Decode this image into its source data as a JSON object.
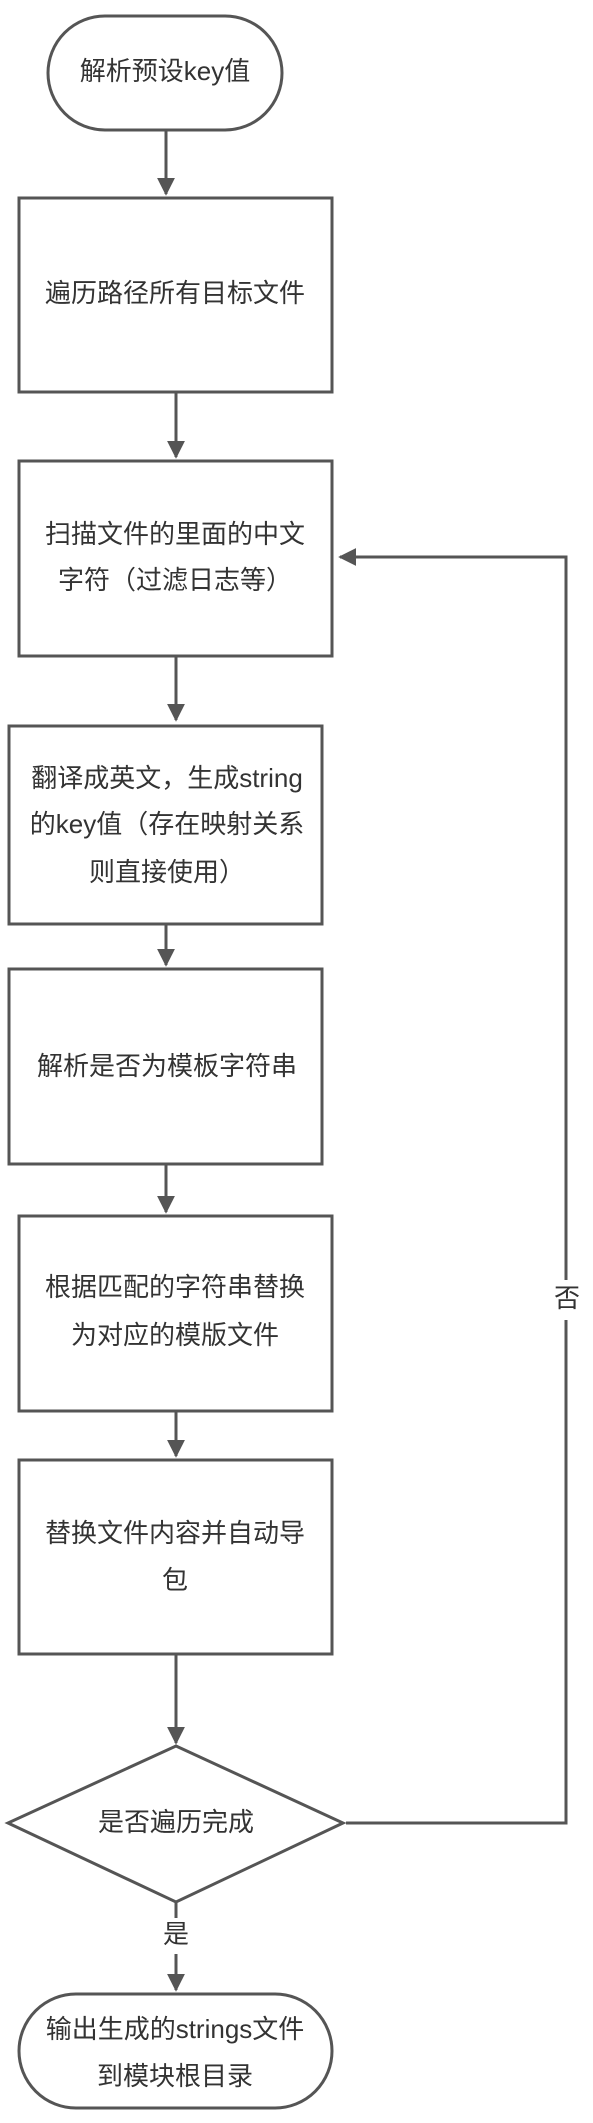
{
  "nodes": {
    "start": {
      "label": "解析预设key值"
    },
    "traverse": {
      "label": "遍历路径所有目标文件"
    },
    "scan": {
      "lines": [
        "扫描文件的里面的中文",
        "字符（过滤日志等）"
      ]
    },
    "translate": {
      "lines": [
        "翻译成英文，生成string",
        "的key值（存在映射关系",
        "则直接使用）"
      ]
    },
    "parse_template": {
      "label": "解析是否为模板字符串"
    },
    "replace_template": {
      "lines": [
        "根据匹配的字符串替换",
        "为对应的模版文件"
      ]
    },
    "replace_content": {
      "lines": [
        "替换文件内容并自动导",
        "包"
      ]
    },
    "decision": {
      "label": "是否遍历完成"
    },
    "output": {
      "lines": [
        "输出生成的strings文件",
        "到模块根目录"
      ]
    }
  },
  "edges": {
    "yes_label": "是",
    "no_label": "否"
  }
}
